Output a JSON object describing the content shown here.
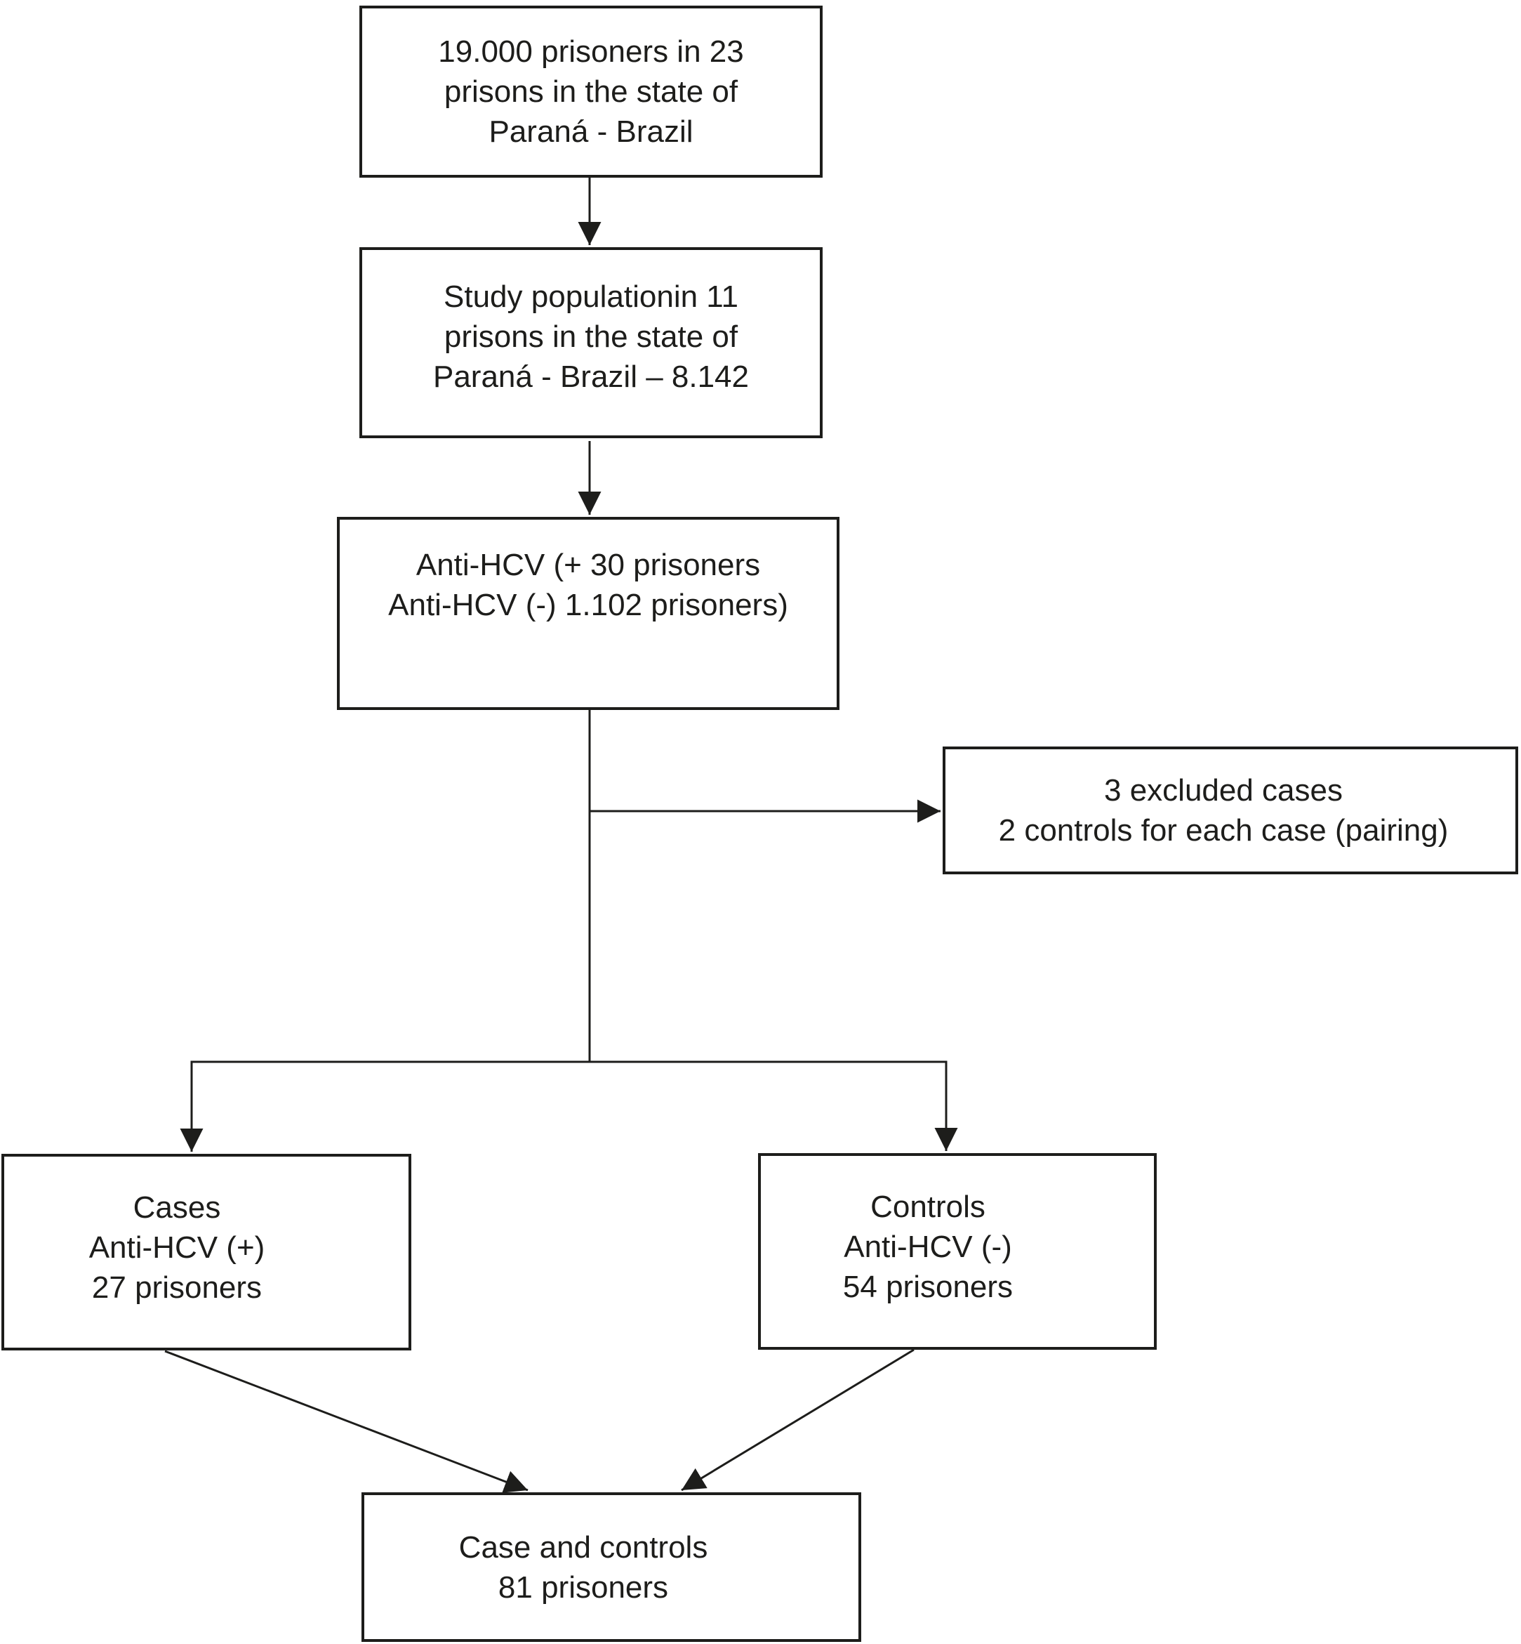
{
  "figure": {
    "type": "flowchart",
    "background": "#ffffff",
    "line_color": "#1d1d1b"
  },
  "boxes": {
    "total_population": {
      "lines": [
        "19.000 prisoners in 23",
        "prisons in the state of",
        "Paraná - Brazil"
      ]
    },
    "study_population": {
      "lines": [
        "Study populationin 11",
        "prisons in the state of",
        "Paraná - Brazil – 8.142"
      ]
    },
    "anti_hcv_screening": {
      "lines": [
        "Anti-HCV (+ 30 prisoners",
        "Anti-HCV (-) 1.102 prisoners)"
      ]
    },
    "excluded": {
      "lines": [
        "3 excluded cases",
        "2 controls for each case (pairing)"
      ]
    },
    "cases": {
      "lines": [
        "Cases",
        "Anti-HCV (+)",
        "27 prisoners"
      ]
    },
    "controls": {
      "lines": [
        "Controls",
        "Anti-HCV (-)",
        "54 prisoners"
      ]
    },
    "case_and_controls": {
      "lines": [
        "Case and controls",
        "81 prisoners"
      ]
    }
  }
}
